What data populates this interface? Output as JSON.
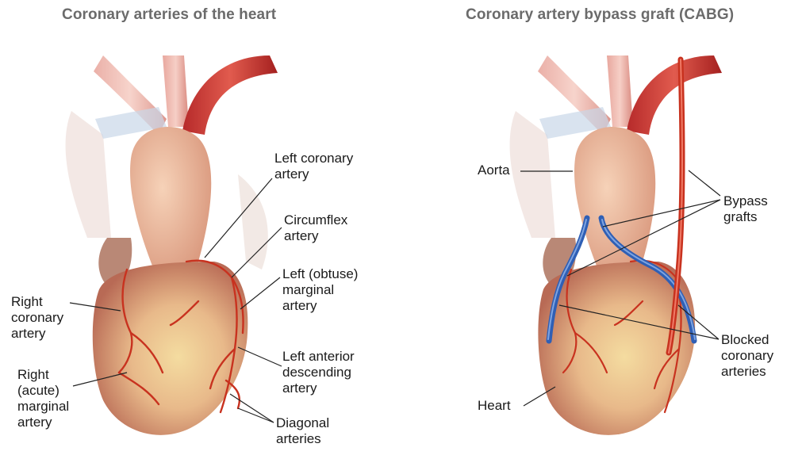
{
  "panels": {
    "left": {
      "title": "Coronary arteries of the heart",
      "labels": {
        "left_coronary": "Left coronary\nartery",
        "circumflex": "Circumflex\nartery",
        "left_obtuse_marginal": "Left (obtuse)\nmarginal\nartery",
        "right_coronary": "Right\ncoronary\nartery",
        "right_acute_marginal": "Right\n(acute)\nmarginal\nartery",
        "left_anterior_descending": "Left anterior\ndescending\nartery",
        "diagonal": "Diagonal\narteries"
      }
    },
    "right": {
      "title": "Coronary artery bypass graft (CABG)",
      "labels": {
        "aorta": "Aorta",
        "bypass_grafts": "Bypass\ngrafts",
        "blocked_arteries": "Blocked\ncoronary\narteries",
        "heart": "Heart"
      }
    }
  },
  "colors": {
    "title": "#6b6b6b",
    "label": "#1a1a1a",
    "artery": "#c8321f",
    "graft_blue": "#3d6fc2",
    "heart_base": "#e7b98f"
  }
}
